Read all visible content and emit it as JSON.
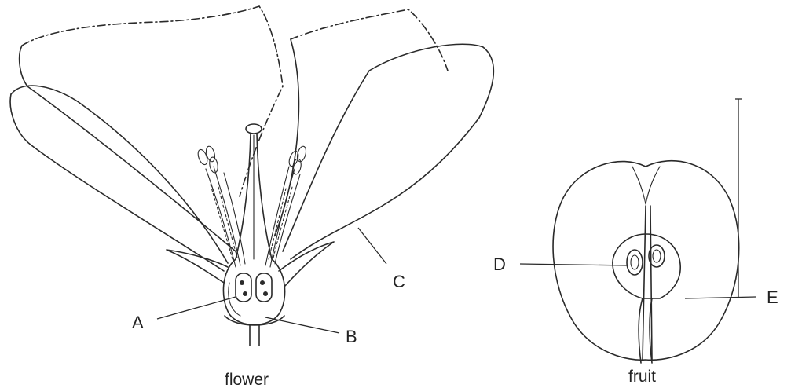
{
  "labels": {
    "A": "A",
    "B": "B",
    "C": "C",
    "D": "D",
    "E": "E"
  },
  "captions": {
    "flower": "flower",
    "fruit": "fruit"
  }
}
